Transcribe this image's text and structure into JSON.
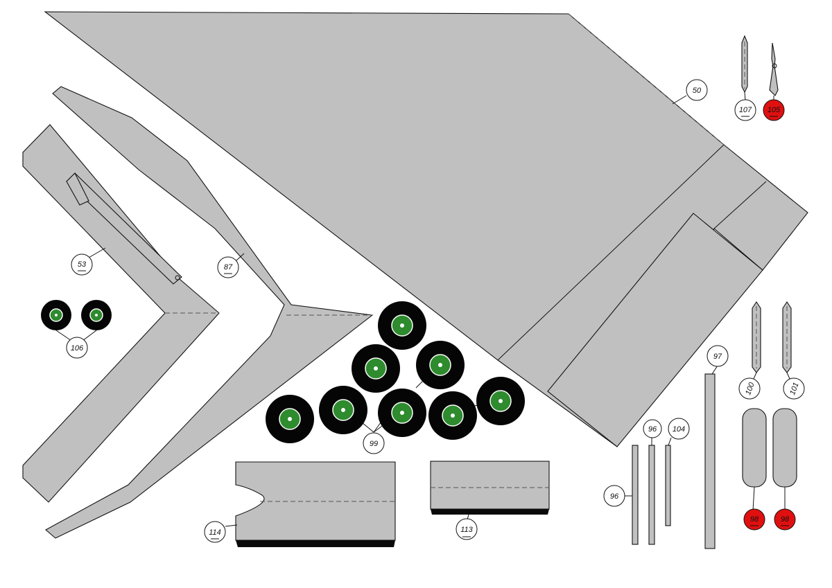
{
  "sheet": {
    "parts": [
      {
        "id": "50",
        "label": "50",
        "color": "white"
      },
      {
        "id": "53",
        "label": "53",
        "color": "white"
      },
      {
        "id": "87",
        "label": "87",
        "color": "white"
      },
      {
        "id": "106",
        "label": "106",
        "color": "white"
      },
      {
        "id": "99",
        "label": "99",
        "color": "white"
      },
      {
        "id": "107",
        "label": "107",
        "color": "white"
      },
      {
        "id": "105",
        "label": "105",
        "color": "red"
      },
      {
        "id": "97",
        "label": "97",
        "color": "white"
      },
      {
        "id": "96a",
        "label": "96",
        "color": "white"
      },
      {
        "id": "96b",
        "label": "96",
        "color": "white"
      },
      {
        "id": "104",
        "label": "104",
        "color": "white"
      },
      {
        "id": "100",
        "label": "100",
        "color": "white"
      },
      {
        "id": "101",
        "label": "101",
        "color": "white"
      },
      {
        "id": "98a",
        "label": "98",
        "color": "red"
      },
      {
        "id": "98b",
        "label": "98",
        "color": "red"
      },
      {
        "id": "114",
        "label": "114",
        "color": "white"
      },
      {
        "id": "113",
        "label": "113",
        "color": "white"
      }
    ],
    "colors": {
      "paper": "#c0c0c0",
      "outline": "#111111",
      "wheel_tire": "#050505",
      "wheel_hub": "#2e8b2e",
      "marker_red": "#e01010"
    }
  }
}
